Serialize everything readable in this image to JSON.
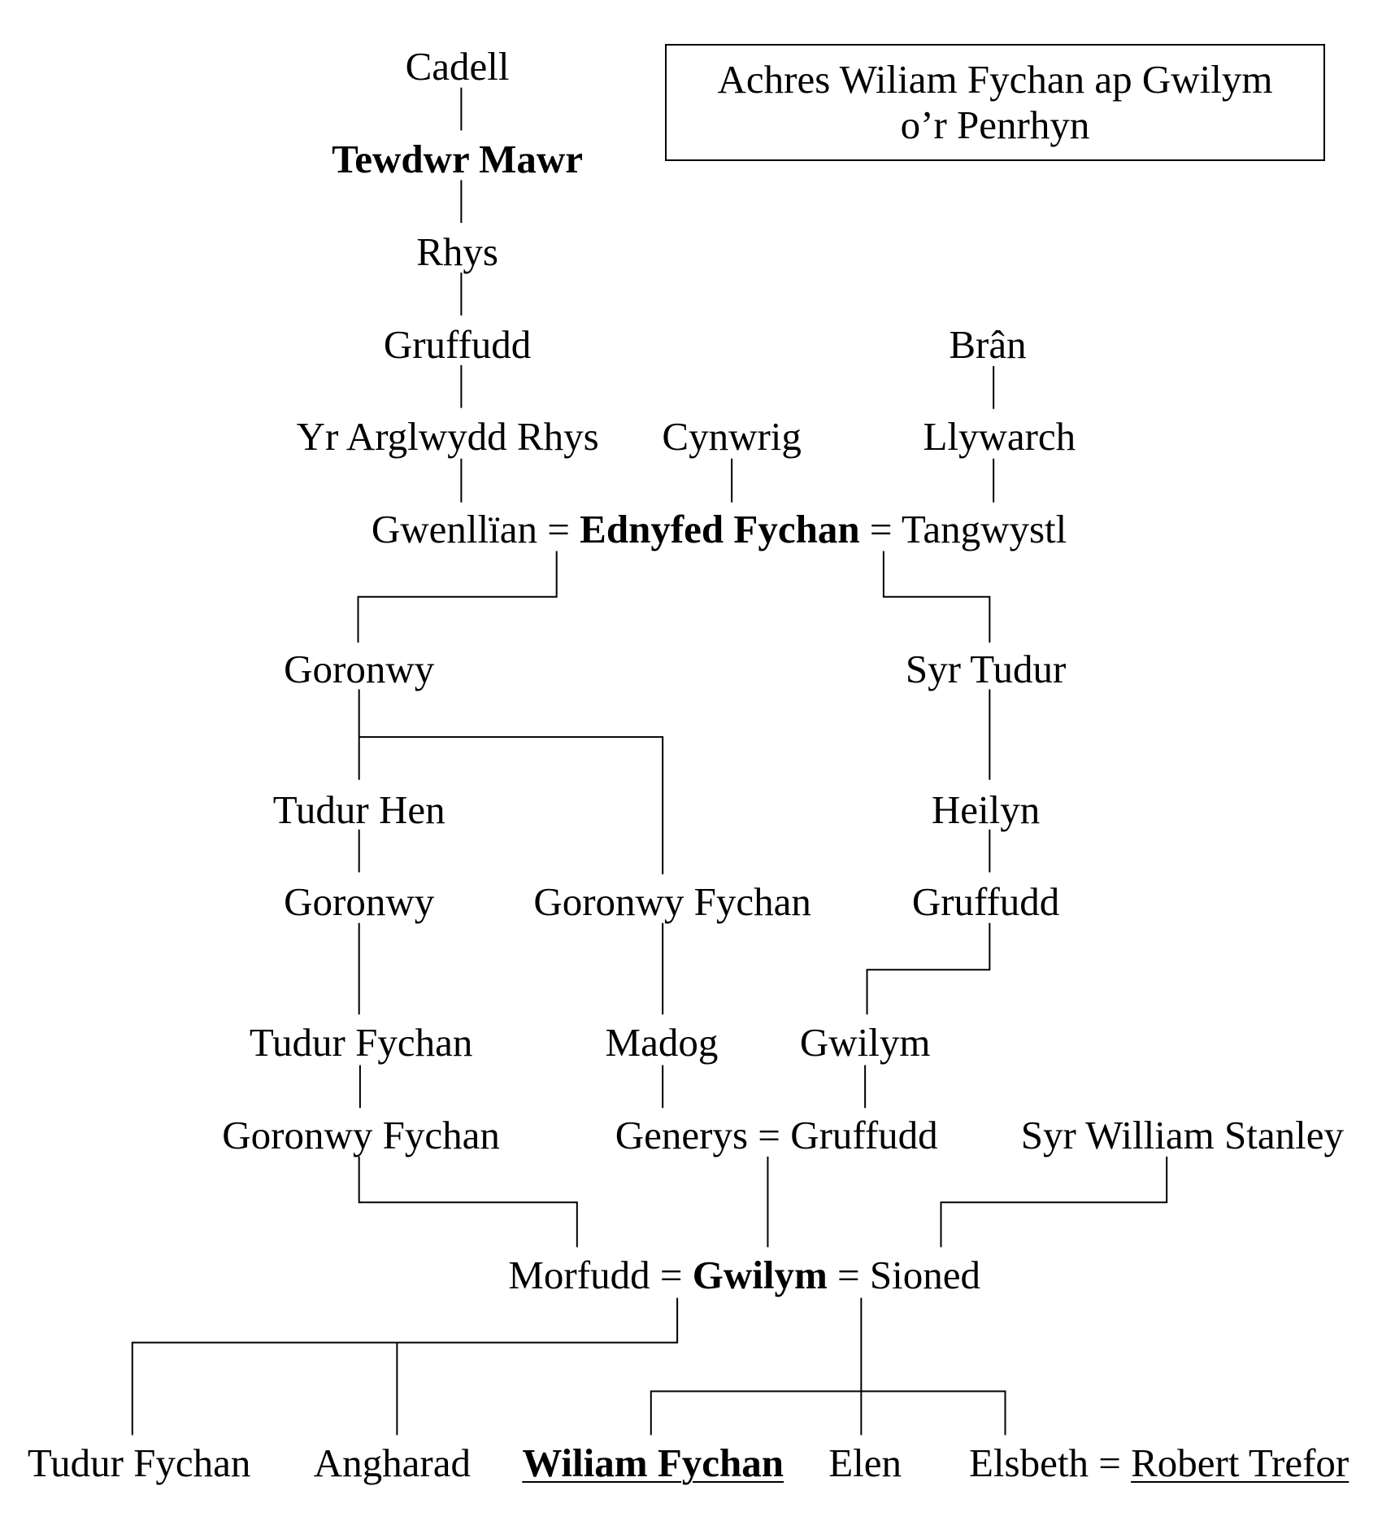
{
  "title": {
    "line1": "Achres Wiliam Fychan ap Gwilym",
    "line2": "o’r Penrhyn"
  },
  "colors": {
    "text": "#000000",
    "lines": "#000000",
    "background": "#ffffff"
  },
  "people": {
    "cadell": {
      "name": "Cadell"
    },
    "tewdwr_mawr": {
      "name": "Tewdwr Mawr",
      "bold": true
    },
    "rhys": {
      "name": "Rhys"
    },
    "gruffudd_1": {
      "name": "Gruffudd"
    },
    "yr_arglwydd_rhys": {
      "name": "Yr Arglwydd Rhys"
    },
    "cynwrig": {
      "name": "Cynwrig"
    },
    "bran": {
      "name": "Brân"
    },
    "llywarch": {
      "name": "Llywarch"
    },
    "gwenllian": {
      "name": "Gwenllïan"
    },
    "ednyfed_fychan": {
      "name": "Ednyfed Fychan",
      "bold": true
    },
    "tangwystl": {
      "name": "Tangwystl"
    },
    "goronwy_1": {
      "name": "Goronwy"
    },
    "syr_tudur": {
      "name": "Syr Tudur"
    },
    "tudur_hen": {
      "name": "Tudur Hen"
    },
    "heilyn": {
      "name": "Heilyn"
    },
    "goronwy_2": {
      "name": "Goronwy"
    },
    "goronwy_fychan_1": {
      "name": "Goronwy Fychan"
    },
    "gruffudd_2": {
      "name": "Gruffudd"
    },
    "tudur_fychan_1": {
      "name": "Tudur Fychan"
    },
    "madog": {
      "name": "Madog"
    },
    "gwilym_1": {
      "name": "Gwilym"
    },
    "goronwy_fychan_2": {
      "name": "Goronwy Fychan"
    },
    "generys": {
      "name": "Generys"
    },
    "gruffudd_3": {
      "name": "Gruffudd"
    },
    "syr_william_stanley": {
      "name": "Syr William Stanley"
    },
    "morfudd": {
      "name": "Morfudd"
    },
    "gwilym_2": {
      "name": "Gwilym",
      "bold": true
    },
    "sioned": {
      "name": "Sioned"
    },
    "tudur_fychan_2": {
      "name": "Tudur Fychan"
    },
    "angharad": {
      "name": "Angharad"
    },
    "wiliam_fychan": {
      "name": "Wiliam Fychan",
      "bold": true,
      "underline": true
    },
    "elen": {
      "name": "Elen"
    },
    "elsbeth": {
      "name": "Elsbeth"
    },
    "robert_trefor": {
      "name": "Robert Trefor",
      "underline": true
    }
  },
  "marriage_symbol": "="
}
